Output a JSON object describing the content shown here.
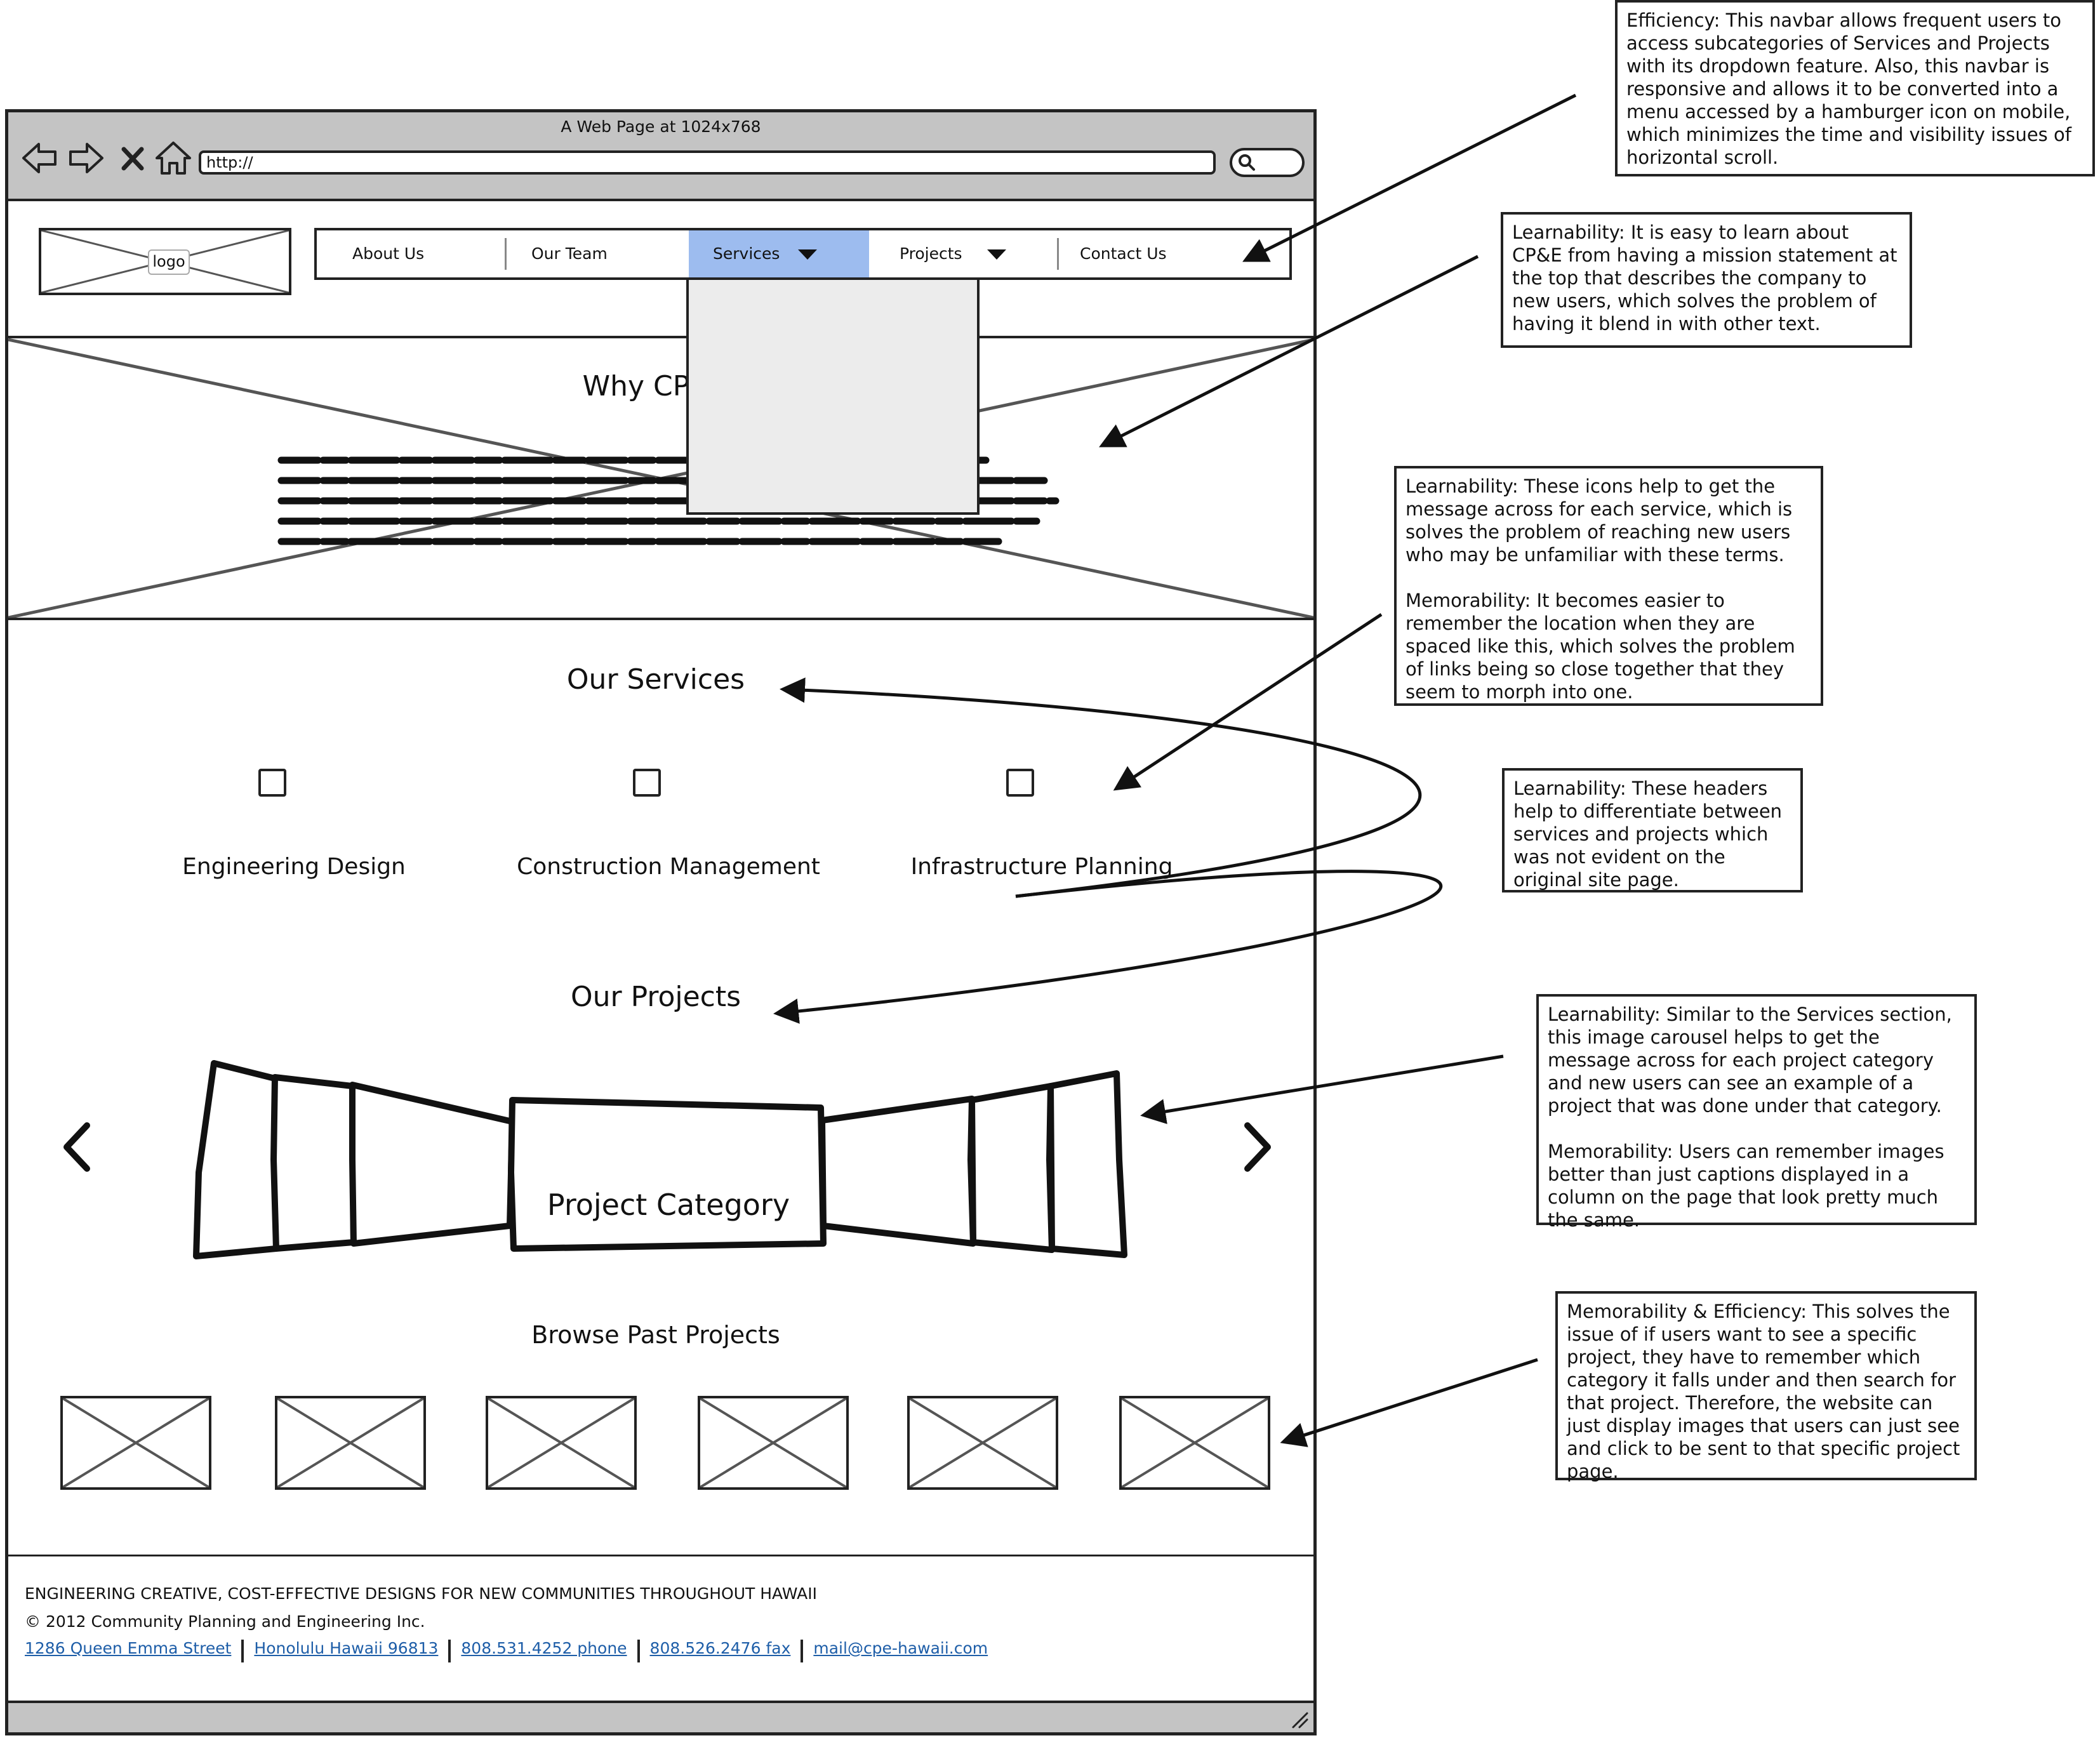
{
  "window": {
    "title": "A Web Page at 1024x768",
    "url": "http://"
  },
  "header": {
    "logo_label": "logo",
    "nav": [
      {
        "label": "About Us",
        "dropdown": false
      },
      {
        "label": "Our Team",
        "dropdown": false
      },
      {
        "label": "Services",
        "dropdown": true,
        "active": true
      },
      {
        "label": "Projects",
        "dropdown": true
      },
      {
        "label": "Contact Us",
        "dropdown": false
      }
    ],
    "active_color": "#9dbcef"
  },
  "hero": {
    "title": "Why CP&E"
  },
  "services": {
    "heading": "Our Services",
    "items": [
      "Engineering Design",
      "Construction Management",
      "Infrastructure Planning"
    ]
  },
  "projects": {
    "heading": "Our Projects",
    "carousel_caption": "Project Category",
    "browse_heading": "Browse Past Projects"
  },
  "footer": {
    "tagline": "ENGINEERING CREATIVE, COST-EFFECTIVE DESIGNS FOR NEW COMMUNITIES THROUGHOUT HAWAII",
    "copyright": "© 2012 Community Planning and Engineering Inc.",
    "links": [
      "1286 Queen Emma Street",
      "Honolulu Hawaii 96813",
      "808.531.4252 phone",
      "808.526.2476 fax",
      "mail@cpe-hawaii.com"
    ],
    "link_color": "#1e5ea8"
  },
  "notes": [
    "Efficiency: This navbar allows frequent users to access subcategories of Services and Projects with its dropdown feature. Also, this navbar is responsive and allows it to be converted into a menu accessed by a hamburger icon on mobile, which minimizes the time and visibility issues of horizontal scroll.",
    "Learnability: It is easy to learn about CP&E from having a mission statement at the top that describes the company to new users, which solves the problem of having it blend in with other text.",
    "Learnability: These icons help to get the message across for each service, which is solves the problem of reaching new users who may be unfamiliar with these terms.\n\nMemorability: It becomes easier to remember the location when they are spaced like this, which solves the problem of links being so close together that they seem to morph into one.",
    "Learnability: These headers help to differentiate between services and projects which was not evident on the original site page.",
    "Learnability: Similar to the Services section, this image carousel helps to get the message across for each project category and new users can see an example of a project that was done under that category.\n\nMemorability: Users can remember images better than just captions displayed in a column on the page that look pretty much the same.",
    "Memorability & Efficiency: This solves the issue of if users want to see a specific project, they have to remember which category it falls under and then search for that project. Therefore, the website can just display images that users can just see and click to be sent to that specific project page."
  ]
}
